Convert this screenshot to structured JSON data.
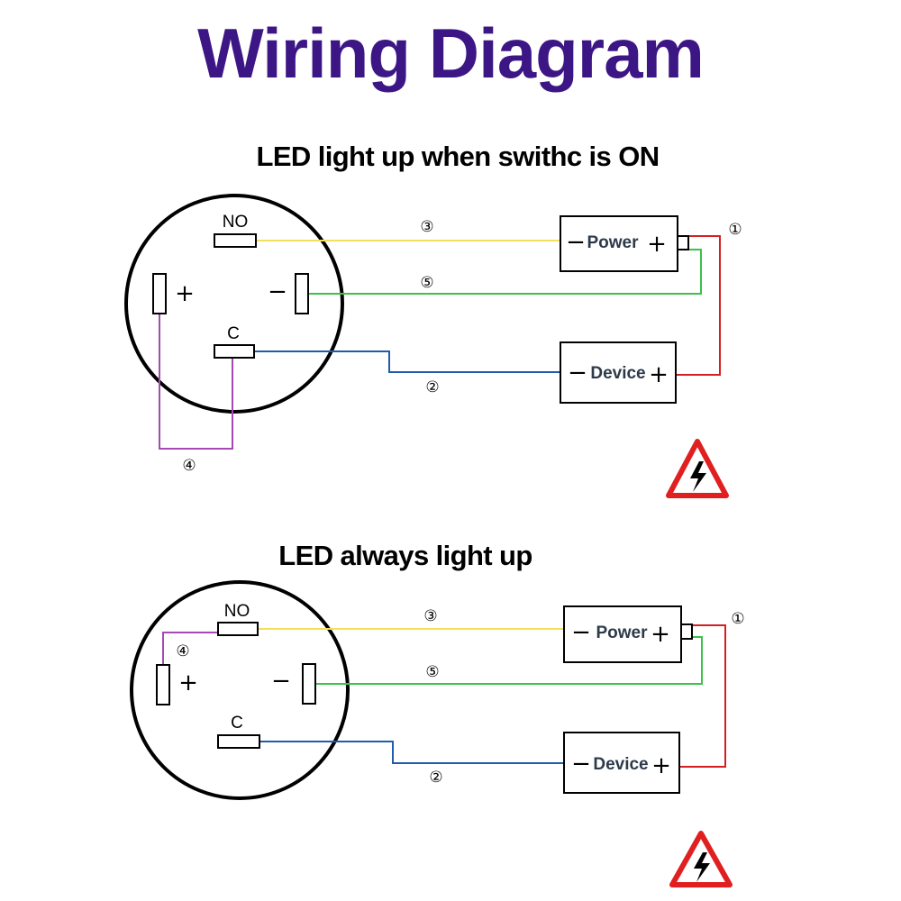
{
  "title": "Wiring Diagram",
  "title_color": "#3d1686",
  "wire_colors": {
    "wire_1": "#d42020",
    "wire_2": "#1f5cae",
    "wire_3": "#f2e05c",
    "wire_4": "#a44ab2",
    "wire_5": "#3cc14a"
  },
  "warning_color": "#e02020",
  "diagram_1": {
    "heading": "LED light up when swithc is ON",
    "terminal_no": "NO",
    "terminal_c": "C",
    "plus_sign": "+",
    "minus_sign": "−",
    "power_minus": "−",
    "power_label": "Power",
    "power_plus": "+",
    "device_minus": "−",
    "device_label": "Device",
    "device_plus": "+",
    "wire_1": "①",
    "wire_2": "②",
    "wire_3": "③",
    "wire_4": "④",
    "wire_5": "⑤"
  },
  "diagram_2": {
    "heading": "LED always light up",
    "terminal_no": "NO",
    "terminal_c": "C",
    "plus_sign": "+",
    "minus_sign": "−",
    "power_minus": "−",
    "power_label": "Power",
    "power_plus": "+",
    "device_minus": "−",
    "device_label": "Device",
    "device_plus": "+",
    "wire_1": "①",
    "wire_2": "②",
    "wire_3": "③",
    "wire_4": "④",
    "wire_5": "⑤"
  }
}
